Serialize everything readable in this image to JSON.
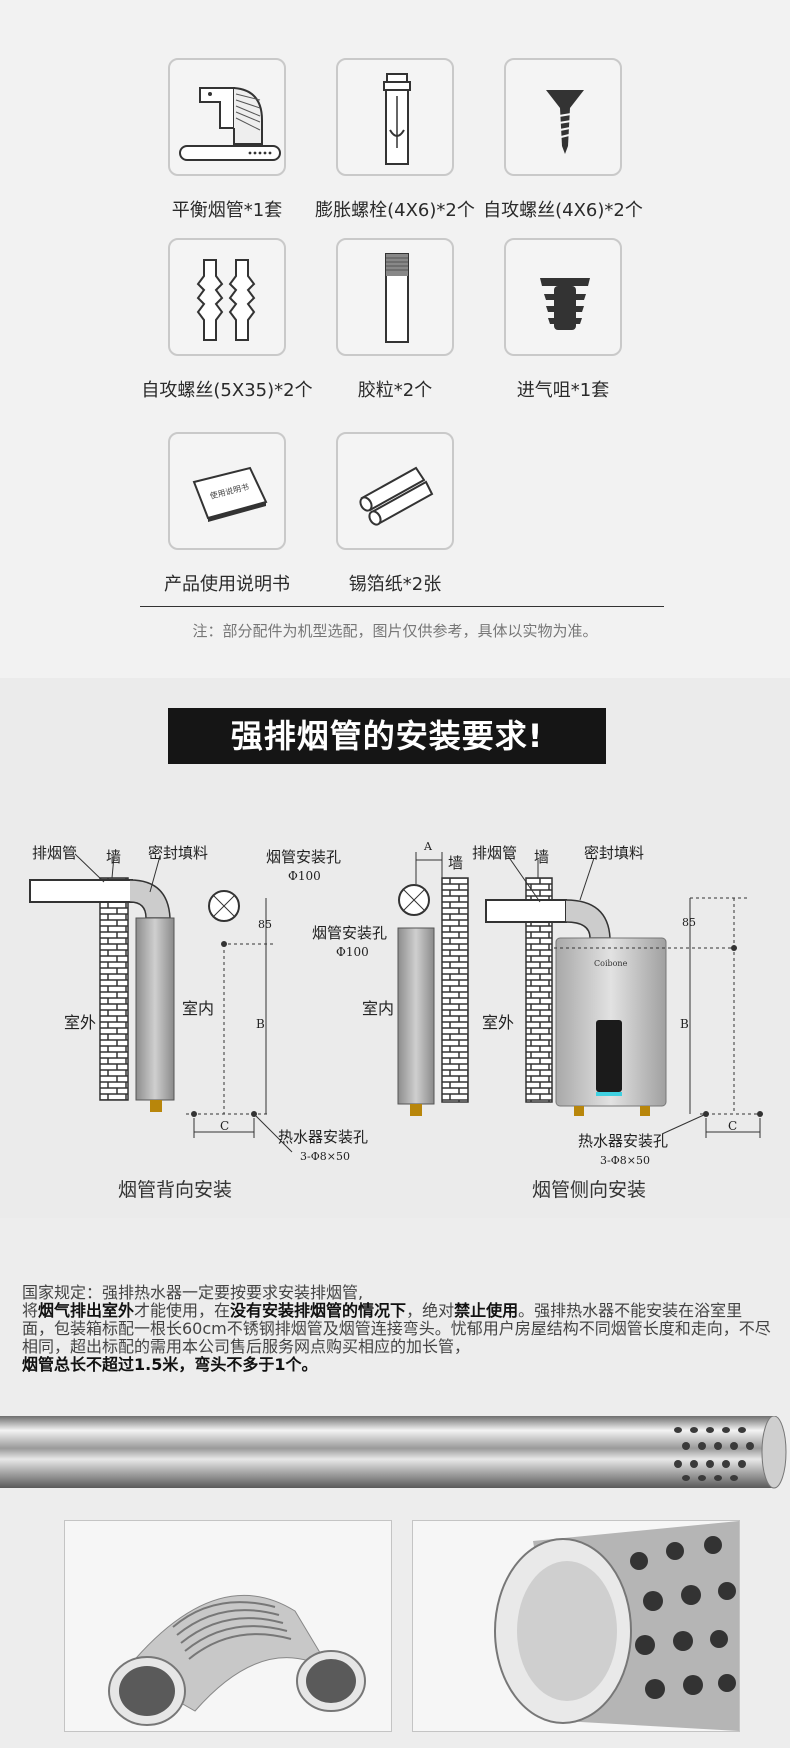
{
  "accessories": [
    {
      "icon": "balance-flue-pipe-icon",
      "label": "平衡烟管*1套"
    },
    {
      "icon": "expansion-bolt-icon",
      "label": "膨胀螺栓(4X6)*2个"
    },
    {
      "icon": "self-tapping-screw-icon",
      "label": "自攻螺丝(4X6)*2个"
    },
    {
      "icon": "wall-anchor-icon",
      "label": "自攻螺丝(5X35)*2个"
    },
    {
      "icon": "rubber-plug-icon",
      "label": "胶粒*2个"
    },
    {
      "icon": "air-intake-icon",
      "label": "进气咀*1套"
    },
    {
      "icon": "manual-book-icon",
      "label": "产品使用说明书"
    },
    {
      "icon": "foil-roll-icon",
      "label": "锡箔纸*2张"
    }
  ],
  "manual_cover_text": "使用说明书",
  "note": "注：部分配件为机型选配，图片仅供参考，具体以实物为准。",
  "banner": "强排烟管的安装要求!",
  "diagram": {
    "left": {
      "exhaust_pipe": "排烟管",
      "wall": "墙",
      "seal": "密封填料",
      "pipe_hole": "烟管安装孔",
      "diameter": "Φ100",
      "outdoor": "室外",
      "indoor": "室内",
      "dim_85": "85",
      "dim_b": "B",
      "dim_c": "C",
      "heater_hole": "热水器安装孔",
      "hole_spec": "3-Φ8×50",
      "caption": "烟管背向安装"
    },
    "right": {
      "pipe_hole": "烟管安装孔",
      "diameter": "Φ100",
      "dim_a": "A",
      "wall": "墙",
      "indoor": "室内",
      "exhaust_pipe": "排烟管",
      "wall2": "墙",
      "seal": "密封填料",
      "outdoor": "室外",
      "dim_85": "85",
      "dim_b": "B",
      "dim_c": "C",
      "heater_hole": "热水器安装孔",
      "hole_spec": "3-Φ8×50",
      "brand": "Coibone",
      "caption": "烟管侧向安装"
    }
  },
  "regulation": {
    "line1": "国家规定：强排热水器一定要按要求安装排烟管,",
    "l2a": "将",
    "l2b": "烟气排出室外",
    "l2c": "才能使用，在",
    "l2d": "没有安装排烟管的情况下",
    "l2e": "，绝对",
    "l2f": "禁止使用",
    "l2g": "。强排热水器不能安装在浴室里面，包装箱标配一根长60cm不锈钢排烟管及烟管连接弯头。忧郁用户房屋结构不同烟管长度和走向，不尽相同，超出标配的需用本公司售后服务网点购买相应的加长管，",
    "l3": "烟管总长不超过1.5米，弯头不多于1个。"
  }
}
